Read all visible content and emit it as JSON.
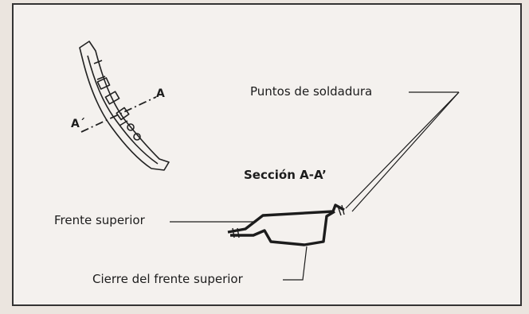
{
  "labels": {
    "welds": "Puntos de soldadura",
    "section": "Sección A-A’",
    "front_upper": "Frente superior",
    "closure": "Cierre del frente superior",
    "a_right": "A",
    "a_left": "A´"
  },
  "colors": {
    "ink": "#1c1c1c",
    "paper": "#f4f1ee",
    "background": "#ebe5df"
  }
}
